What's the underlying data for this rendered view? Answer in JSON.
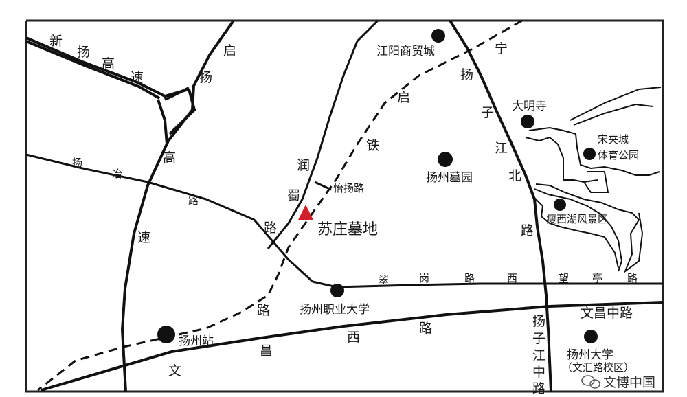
{
  "map": {
    "roads": {
      "xinyang_expressway": [
        "新",
        "扬",
        "高",
        "速"
      ],
      "qiyang_expressway": [
        "启",
        "扬",
        "高",
        "速"
      ],
      "yangye_road": [
        "扬",
        "冶",
        "路"
      ],
      "runshu_road": [
        "润",
        "蜀",
        "路"
      ],
      "ningqi_railway": [
        "宁",
        "启",
        "铁",
        "路"
      ],
      "yangzijiang_north_road": [
        "扬",
        "子",
        "江",
        "北",
        "路"
      ],
      "yiyang_road": "怡扬路",
      "cuigang_road": [
        "翠",
        "岗",
        "路"
      ],
      "xiwangting_road": [
        "西",
        "望",
        "亭",
        "路"
      ],
      "wenchang_west_road": [
        "文",
        "昌",
        "西",
        "路"
      ],
      "wenchang_middle_road": "文昌中路",
      "yangzijiang_middle_road": [
        "扬",
        "子",
        "江",
        "中",
        "路"
      ]
    },
    "pois": {
      "jiangyang_mall": "江阳商贸城",
      "daming_temple": "大明寺",
      "songjiacheng": [
        "宋夹城",
        "体育公园"
      ],
      "yangzhou_cemetery": "扬州墓园",
      "slender_west_lake": "瘦西湖风景区",
      "vocational_university": "扬州职业大学",
      "yangzhou_station": "扬州站",
      "yangzhou_university": "扬州大学",
      "yangzhou_university_campus": "（文汇路校区）"
    },
    "site": {
      "label": "苏庄墓地",
      "marker_color": "#d0202a"
    },
    "watermark": {
      "icon": "wechat-icon",
      "text": "文博中国"
    },
    "colors": {
      "road": "#111111",
      "background": "#ffffff"
    }
  }
}
